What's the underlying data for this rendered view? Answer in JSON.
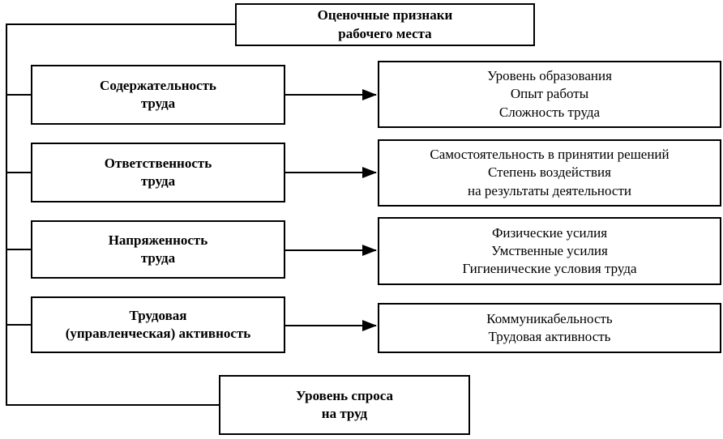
{
  "diagram": {
    "title_box": {
      "lines": [
        "Оценочные признаки",
        "рабочего места"
      ]
    },
    "left_boxes": [
      {
        "lines": [
          "Содержательность",
          "труда"
        ]
      },
      {
        "lines": [
          "Ответственность",
          "труда"
        ]
      },
      {
        "lines": [
          "Напряженность",
          "труда"
        ]
      },
      {
        "lines": [
          "Трудовая",
          "(управленческая) активность"
        ]
      }
    ],
    "right_boxes": [
      {
        "lines": [
          "Уровень образования",
          "Опыт работы",
          "Сложность труда"
        ]
      },
      {
        "lines": [
          "Самостоятельность в принятии решений",
          "Степень воздействия",
          "на результаты деятельности"
        ]
      },
      {
        "lines": [
          "Физические усилия",
          "Умственные усилия",
          "Гигиенические условия труда"
        ]
      },
      {
        "lines": [
          "Коммуникабельность",
          "Трудовая активность"
        ]
      }
    ],
    "bottom_box": {
      "lines": [
        "Уровень спроса",
        "на труд"
      ]
    },
    "colors": {
      "line": "#000000",
      "box_border": "#000000",
      "background": "#ffffff",
      "text": "#000000"
    }
  }
}
